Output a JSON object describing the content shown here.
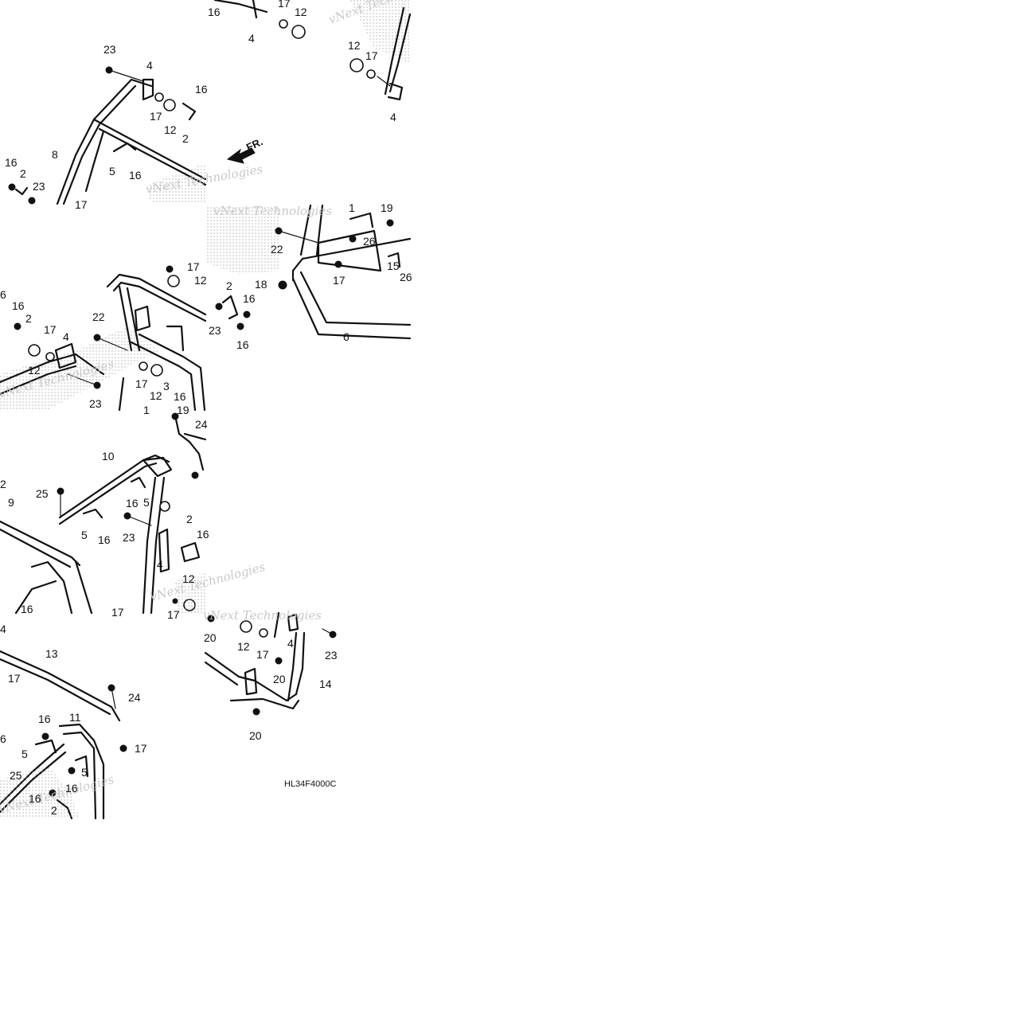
{
  "callouts": {
    "t1": [
      "16",
      "4",
      "17",
      "12",
      "12",
      "17",
      "4",
      "23",
      "4",
      "16",
      "17",
      "12",
      "2",
      "8",
      "5",
      "16",
      "16",
      "2",
      "23",
      "17"
    ],
    "t2": [
      "1",
      "19",
      "22",
      "26",
      "15",
      "17",
      "26",
      "18",
      "2",
      "16",
      "23",
      "16",
      "6"
    ],
    "t3": [
      "17",
      "12",
      "6",
      "16",
      "2",
      "17",
      "4",
      "22",
      "12",
      "17",
      "3",
      "12",
      "16",
      "23",
      "1",
      "19"
    ],
    "t4": [
      "24",
      "10",
      "2",
      "25",
      "16",
      "5",
      "9",
      "5",
      "16",
      "23",
      "2",
      "16",
      "4",
      "12",
      "16",
      "17",
      "17"
    ],
    "t5": [
      "4",
      "13",
      "17",
      "24",
      "17",
      "16",
      "11",
      "6",
      "5",
      "25",
      "16",
      "16",
      "2",
      "5"
    ],
    "t6": [
      "20",
      "12",
      "17",
      "4",
      "23",
      "20",
      "14",
      "20"
    ]
  },
  "direction_label": "FR.",
  "diagram_code": "HL34F4000C",
  "watermark": "vNext Technologies"
}
